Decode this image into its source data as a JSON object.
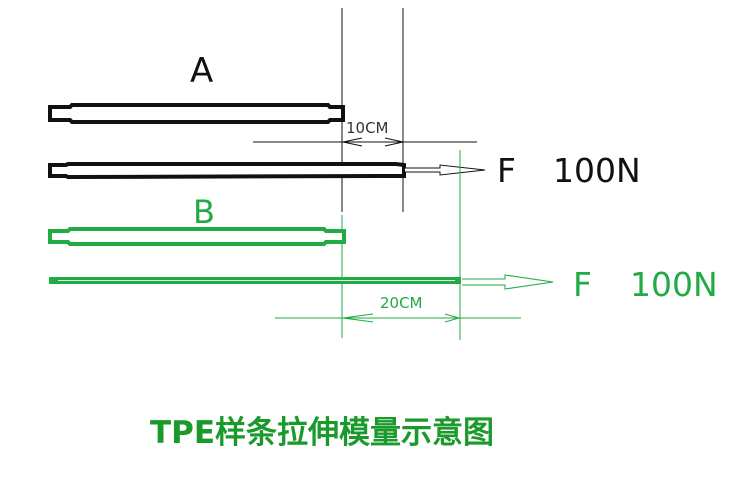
{
  "labels": {
    "a": "A",
    "b": "B",
    "dim_a": "10CM",
    "dim_b": "20CM",
    "force_a_symbol": "F",
    "force_a_value": "100N",
    "force_b_symbol": "F",
    "force_b_value": "100N"
  },
  "title": "TPE样条拉伸模量示意图",
  "colors": {
    "black": "#111111",
    "green": "#22aa44",
    "title_green": "#1a9a2a"
  }
}
